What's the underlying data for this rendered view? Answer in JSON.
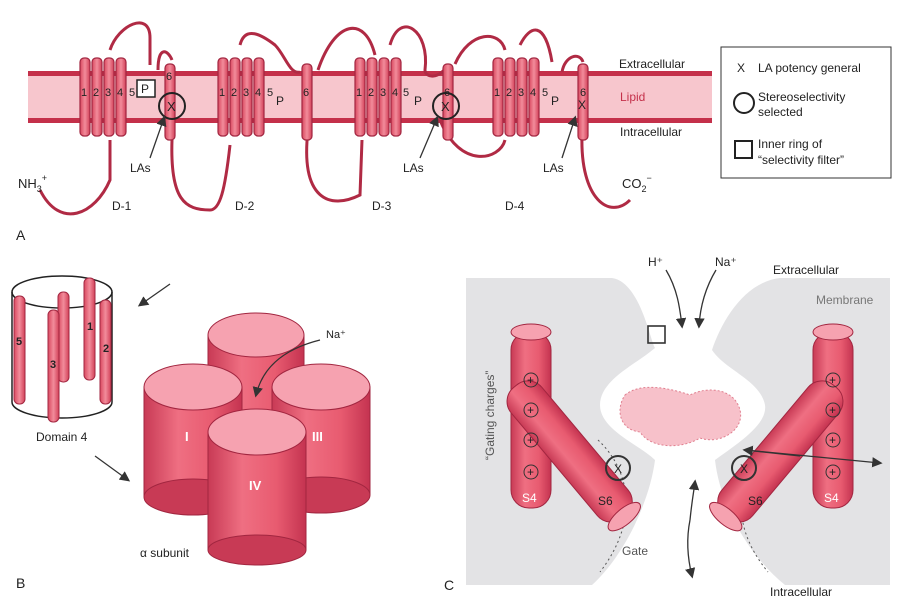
{
  "panel_a": {
    "panel_letter": "A",
    "nh3": "NH",
    "nh3_sub": "3",
    "nh3_sup": "+",
    "co2": "CO",
    "co2_sub": "2",
    "co2_sup": "−",
    "extracellular": "Extracellular",
    "lipid": "Lipid",
    "intracellular": "Intracellular",
    "domains": [
      "D-1",
      "D-2",
      "D-3",
      "D-4"
    ],
    "segment_nums": [
      "1",
      "2",
      "3",
      "4",
      "5",
      "6"
    ],
    "p_label": "P",
    "las_label": "LAs",
    "x_mark": "X",
    "legend": {
      "x_symbol": "X",
      "x_text": "LA potency general",
      "circle_text_1": "Stereoselectivity",
      "circle_text_2": "selected",
      "square_text_1": "Inner ring of",
      "square_text_2": "“selectivity filter”"
    }
  },
  "panel_b": {
    "panel_letter": "B",
    "segment_labels": [
      "5",
      "3",
      "1",
      "2"
    ],
    "domain_label": "Domain 4",
    "na_label": "Na⁺",
    "cylinder_labels": [
      "I",
      "III",
      "IV"
    ],
    "alpha_label": "α subunit"
  },
  "panel_c": {
    "panel_letter": "C",
    "h_label": "H⁺",
    "na_label": "Na⁺",
    "extracellular": "Extracellular",
    "membrane": "Membrane",
    "gating": "“Gating charges”",
    "plus": "+",
    "s4": "S4",
    "s6": "S6",
    "x_mark": "X",
    "gate": "Gate",
    "intracellular": "Intracellular"
  },
  "colors": {
    "helix_fill": "#ee6e7f",
    "helix_dark": "#b83049",
    "membrane_band": "#f7c6cd",
    "cylinder_top": "#f6a2b0",
    "membrane_gray": "#e3e3e5"
  }
}
